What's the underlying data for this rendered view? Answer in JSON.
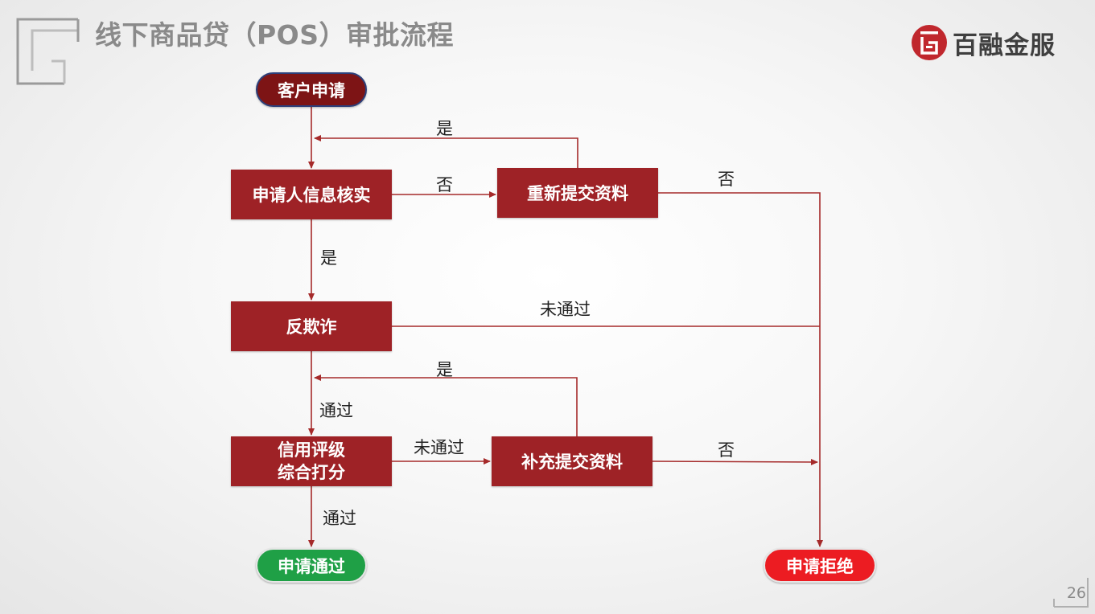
{
  "slide": {
    "title": "线下商品贷（POS）审批流程",
    "page_number": "26"
  },
  "logo": {
    "text": "百融金服",
    "brand_color": "#c0272d"
  },
  "nodes": {
    "start": "客户申请",
    "verify": "申请人信息核实",
    "resubmit": "重新提交资料",
    "antifraud": "反欺诈",
    "credit_line1": "信用评级",
    "credit_line2": "综合打分",
    "supplement": "补充提交资料",
    "approved": "申请通过",
    "rejected": "申请拒绝"
  },
  "edge_labels": {
    "resubmit_yes": "是",
    "verify_no": "否",
    "resubmit_no": "否",
    "verify_yes": "是",
    "antifraud_fail": "未通过",
    "supplement_yes": "是",
    "antifraud_pass": "通过",
    "credit_fail": "未通过",
    "supplement_no": "否",
    "credit_pass": "通过"
  },
  "colors": {
    "process": "#9e2226",
    "start": "#7d1415",
    "approved": "#1fa046",
    "rejected": "#ec1c22",
    "connector": "#a52a2a"
  }
}
